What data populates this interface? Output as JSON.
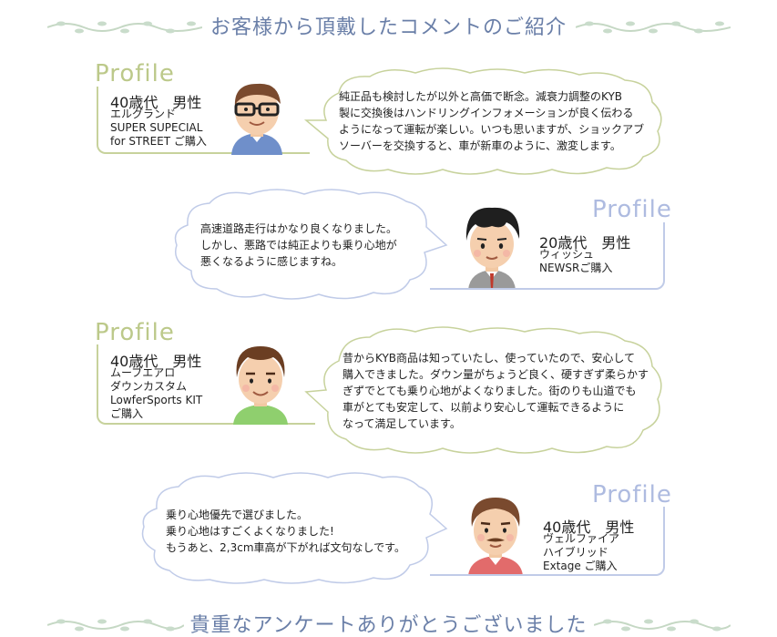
{
  "page": {
    "heading_top": "お客様から頂戴したコメントのご紹介",
    "heading_bottom": "貴重なアンケートありがとうございました"
  },
  "colors": {
    "heading": "#6a7fa8",
    "green_accent": "#c7d29c",
    "blue_accent": "#c0cbe8"
  },
  "reviews": [
    {
      "profile_label": "Profile",
      "age_gender": "40歳代　男性",
      "car_lines": [
        "エルグランド",
        "SUPER SUPECIAL",
        "for STREET ご購入"
      ],
      "comment_lines": [
        "純正品も検討したが以外と高価で断念。減衰力調整のKYB",
        "製に交換後はハンドリングインフォメーションが良く伝わる",
        "ようになって運転が楽しい。いつも思いますが、ショックアブ",
        "ソーバーを交換すると、車が新車のように、激変します。"
      ],
      "avatar": "man-glasses-avatar"
    },
    {
      "profile_label": "Profile",
      "age_gender": "20歳代　男性",
      "car_lines": [
        "ウィッシュ",
        "NEWSRご購入"
      ],
      "comment_lines": [
        "高速道路走行はかなり良くなりました。",
        "しかし、悪路では純正よりも乗り心地が",
        "悪くなるように感じますね。"
      ],
      "avatar": "young-man-avatar"
    },
    {
      "profile_label": "Profile",
      "age_gender": "40歳代　男性",
      "car_lines": [
        "ムーブエアロ",
        "ダウンカスタム",
        "LowferSports KIT",
        "ご購入"
      ],
      "comment_lines": [
        "昔からKYB商品は知っていたし、使っていたので、安心して",
        "購入できました。ダウン量がちょうど良く、硬すぎず柔らかす",
        "ぎずでとても乗り心地がよくなりました。街のりも山道でも",
        "車がとても安定して、以前より安心して運転できるように",
        "なって満足しています。"
      ],
      "avatar": "smiling-man-avatar"
    },
    {
      "profile_label": "Profile",
      "age_gender": "40歳代　男性",
      "car_lines": [
        "ヴェルファイア",
        "ハイブリッド",
        "Extage ご購入"
      ],
      "comment_lines": [
        "乗り心地優先で選びました。",
        "乗り心地はすごくよくなりました!",
        "もうあと、2,3cm車高が下がれば文句なしです。"
      ],
      "avatar": "mustache-man-avatar"
    }
  ]
}
